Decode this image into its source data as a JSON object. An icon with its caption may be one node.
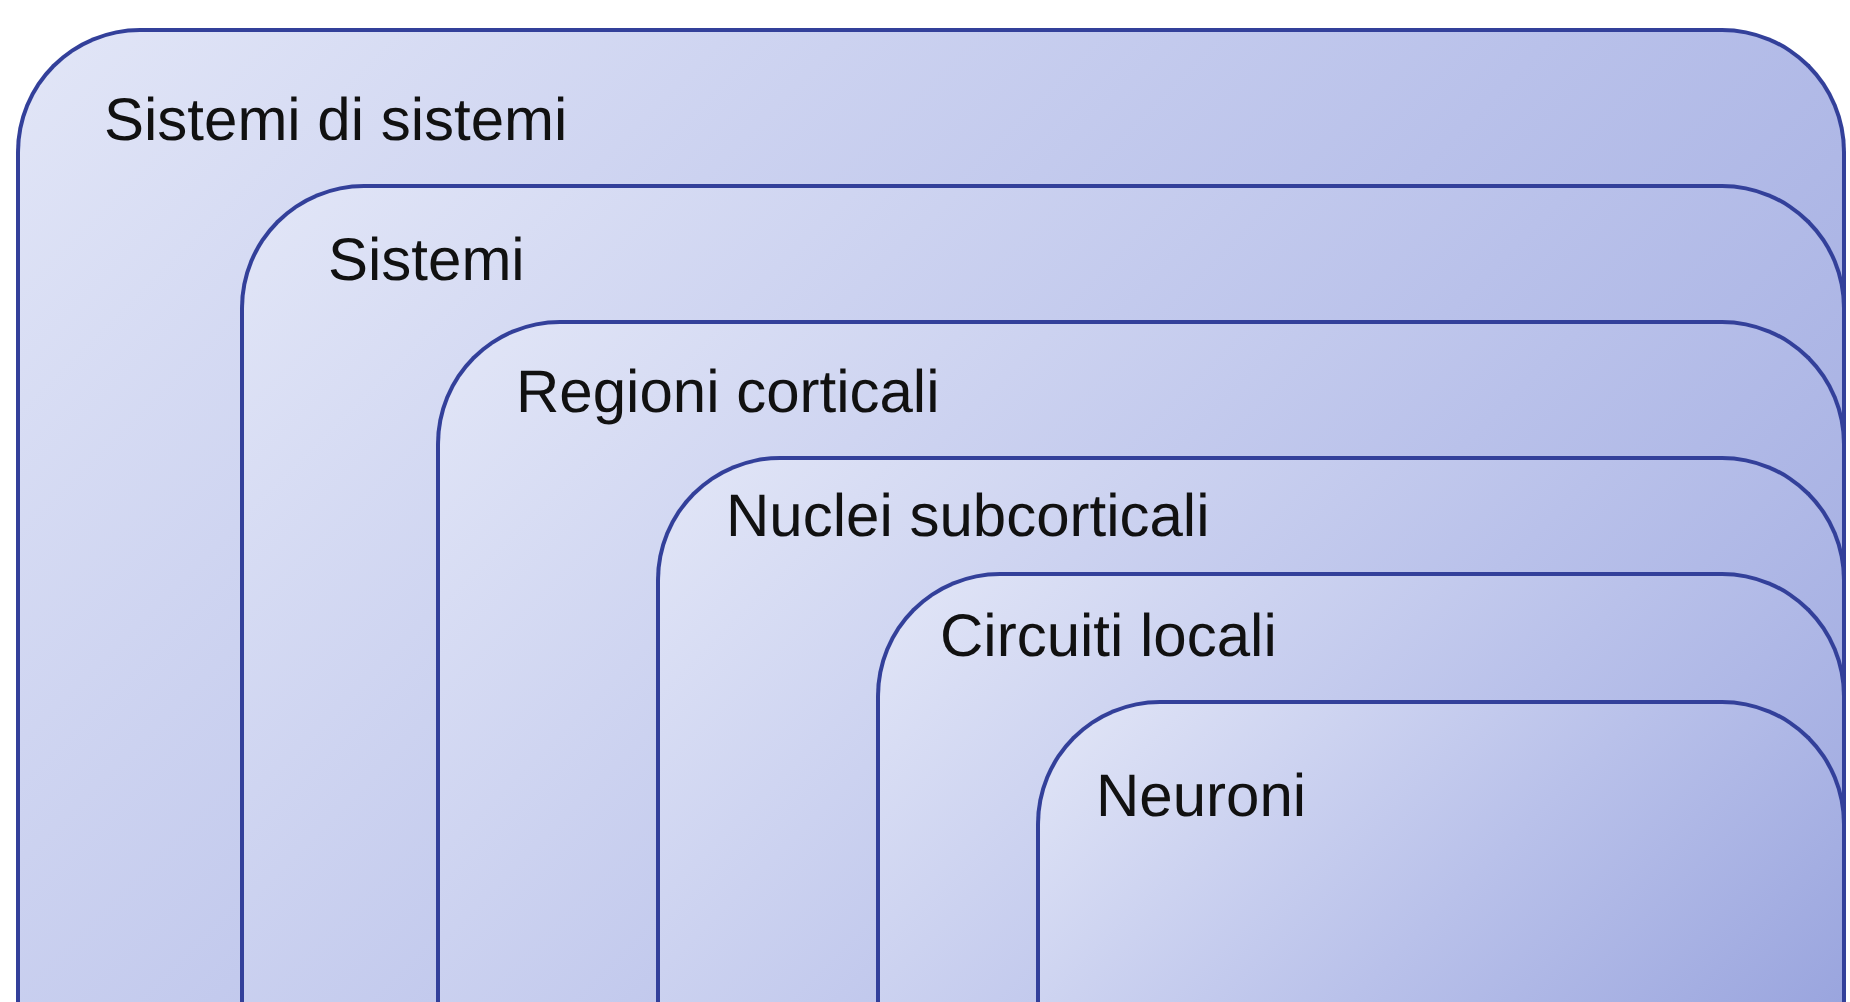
{
  "diagram": {
    "nodes": [
      {
        "text": [
          "Sistemi di sistemi"
        ]
      },
      {
        "text": [
          "Sistemi"
        ],
        "in": 0
      },
      {
        "text": [
          "Regioni corticali"
        ],
        "in": 1
      },
      {
        "text": [
          "Nuclei subcorticali"
        ],
        "in": 2
      },
      {
        "text": [
          "Circuiti locali"
        ],
        "in": 3
      },
      {
        "text": [
          "Neuroni"
        ],
        "in": 4
      }
    ]
  }
}
